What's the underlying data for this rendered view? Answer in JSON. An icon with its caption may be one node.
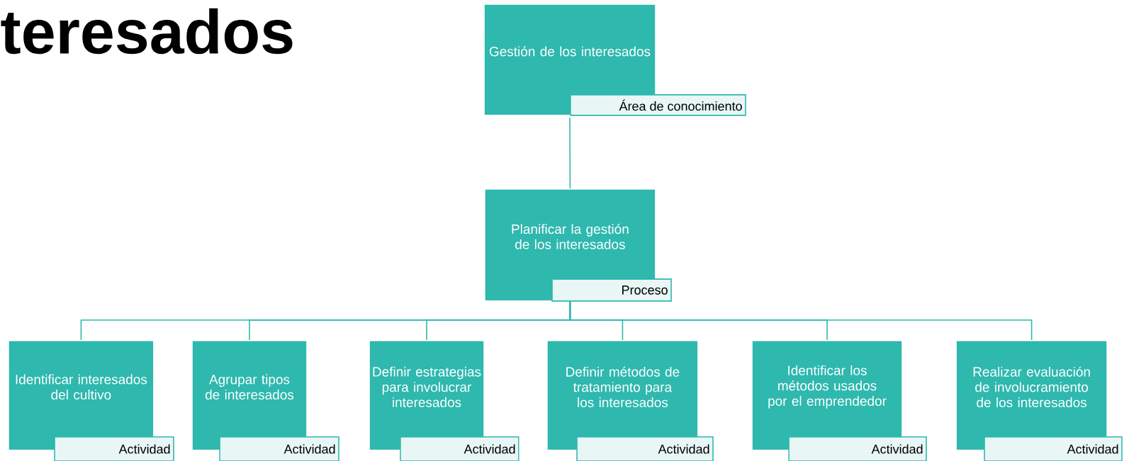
{
  "diagram": {
    "title": "teresados",
    "nodes": [
      {
        "text": [
          "Gestión de los interesados",
          "Área de conocimiento"
        ]
      },
      {
        "text": [
          "Planificar la gestión de los interesados",
          "Proceso"
        ]
      },
      {
        "text": [
          "Identificar interesados del cultivo",
          "Actividad"
        ]
      },
      {
        "text": [
          "Agrupar tipos de interesados",
          "Actividad"
        ]
      },
      {
        "text": [
          "Definir estrategias para involucrar interesados",
          "Actividad"
        ]
      },
      {
        "text": [
          "Definir métodos de tratamiento para los interesados",
          "Actividad"
        ]
      },
      {
        "text": [
          "Identificar los métodos usados por el emprendedor",
          "Actividad"
        ]
      },
      {
        "text": [
          "Realizar evaluación de involucramiento de los interesados",
          "Actividad"
        ]
      }
    ],
    "edges": [
      {
        "from": 0,
        "to": 1,
        "arrow": "none"
      },
      {
        "from": 1,
        "to": 2,
        "arrow": "none"
      },
      {
        "from": 1,
        "to": 3,
        "arrow": "none"
      },
      {
        "from": 1,
        "to": 4,
        "arrow": "none"
      },
      {
        "from": 1,
        "to": 5,
        "arrow": "none"
      },
      {
        "from": 1,
        "to": 6,
        "arrow": "none"
      },
      {
        "from": 1,
        "to": 7,
        "arrow": "none"
      }
    ]
  }
}
